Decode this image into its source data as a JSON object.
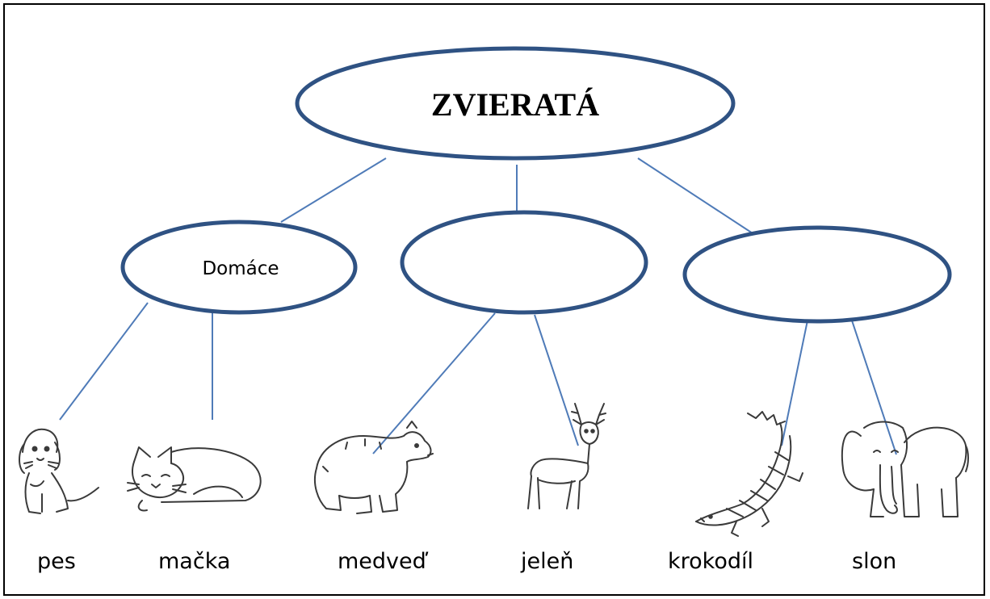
{
  "diagram": {
    "title": "ZVIERATÁ",
    "categories": [
      {
        "label": "Domáce"
      },
      {
        "label": ""
      },
      {
        "label": ""
      }
    ],
    "animals": [
      {
        "label": "pes",
        "icon": "dog-icon"
      },
      {
        "label": "mačka",
        "icon": "cat-icon"
      },
      {
        "label": "medveď",
        "icon": "bear-icon"
      },
      {
        "label": "jeleň",
        "icon": "deer-icon"
      },
      {
        "label": "krokodíl",
        "icon": "crocodile-icon"
      },
      {
        "label": "slon",
        "icon": "elephant-icon"
      }
    ]
  },
  "colors": {
    "ellipse_stroke": "#2f5283",
    "connector": "#4f7bb8",
    "drawing": "#3a3a3a"
  }
}
